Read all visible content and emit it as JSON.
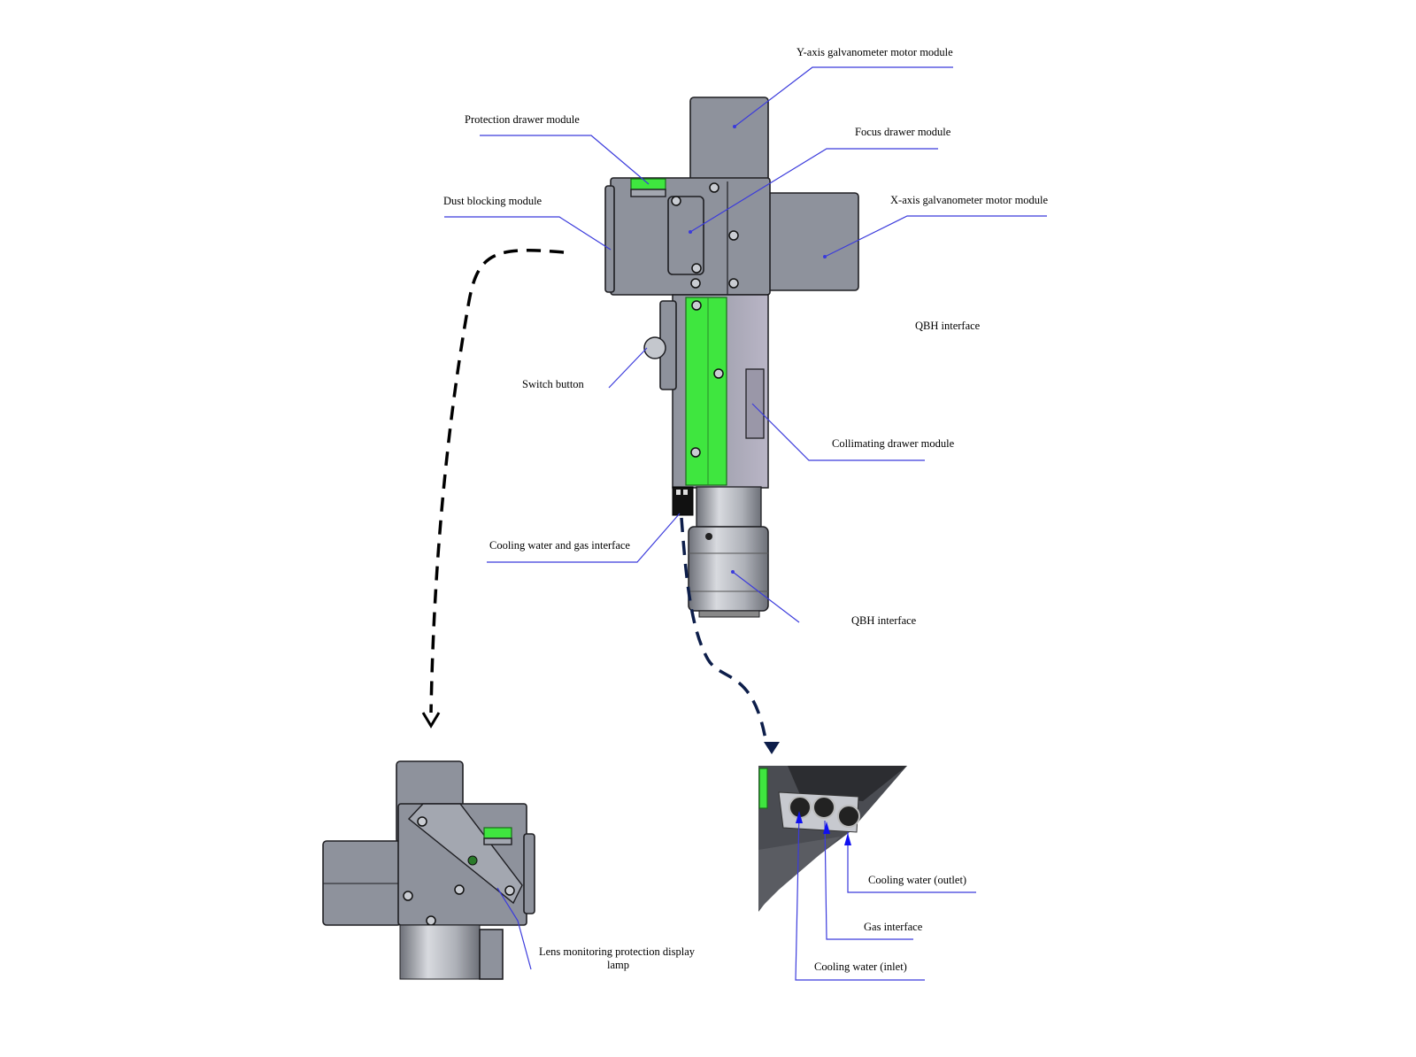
{
  "labels": {
    "y_motor": "Y-axis galvanometer motor module",
    "protection_drawer": "Protection drawer module",
    "focus_drawer": "Focus drawer module",
    "dust_blocking": "Dust blocking module",
    "x_motor": "X-axis galvanometer motor module",
    "qbh_interface_upper": "QBH interface",
    "switch_button": "Switch button",
    "collimating_drawer": "Collimating drawer module",
    "cooling_gas": "Cooling water and gas interface",
    "qbh_interface": "QBH interface",
    "lens_lamp_line1": "Lens monitoring protection display",
    "lens_lamp_line2": "lamp",
    "cooling_outlet": "Cooling water (outlet)",
    "gas_interface": "Gas interface",
    "cooling_inlet": "Cooling water (inlet)"
  },
  "colors": {
    "leader": "#3b3bdc",
    "module_green": "#3fe63f",
    "housing_gray": "#8e929c",
    "arrow_black": "#000000",
    "arrow_navy": "#0d1e4a"
  }
}
